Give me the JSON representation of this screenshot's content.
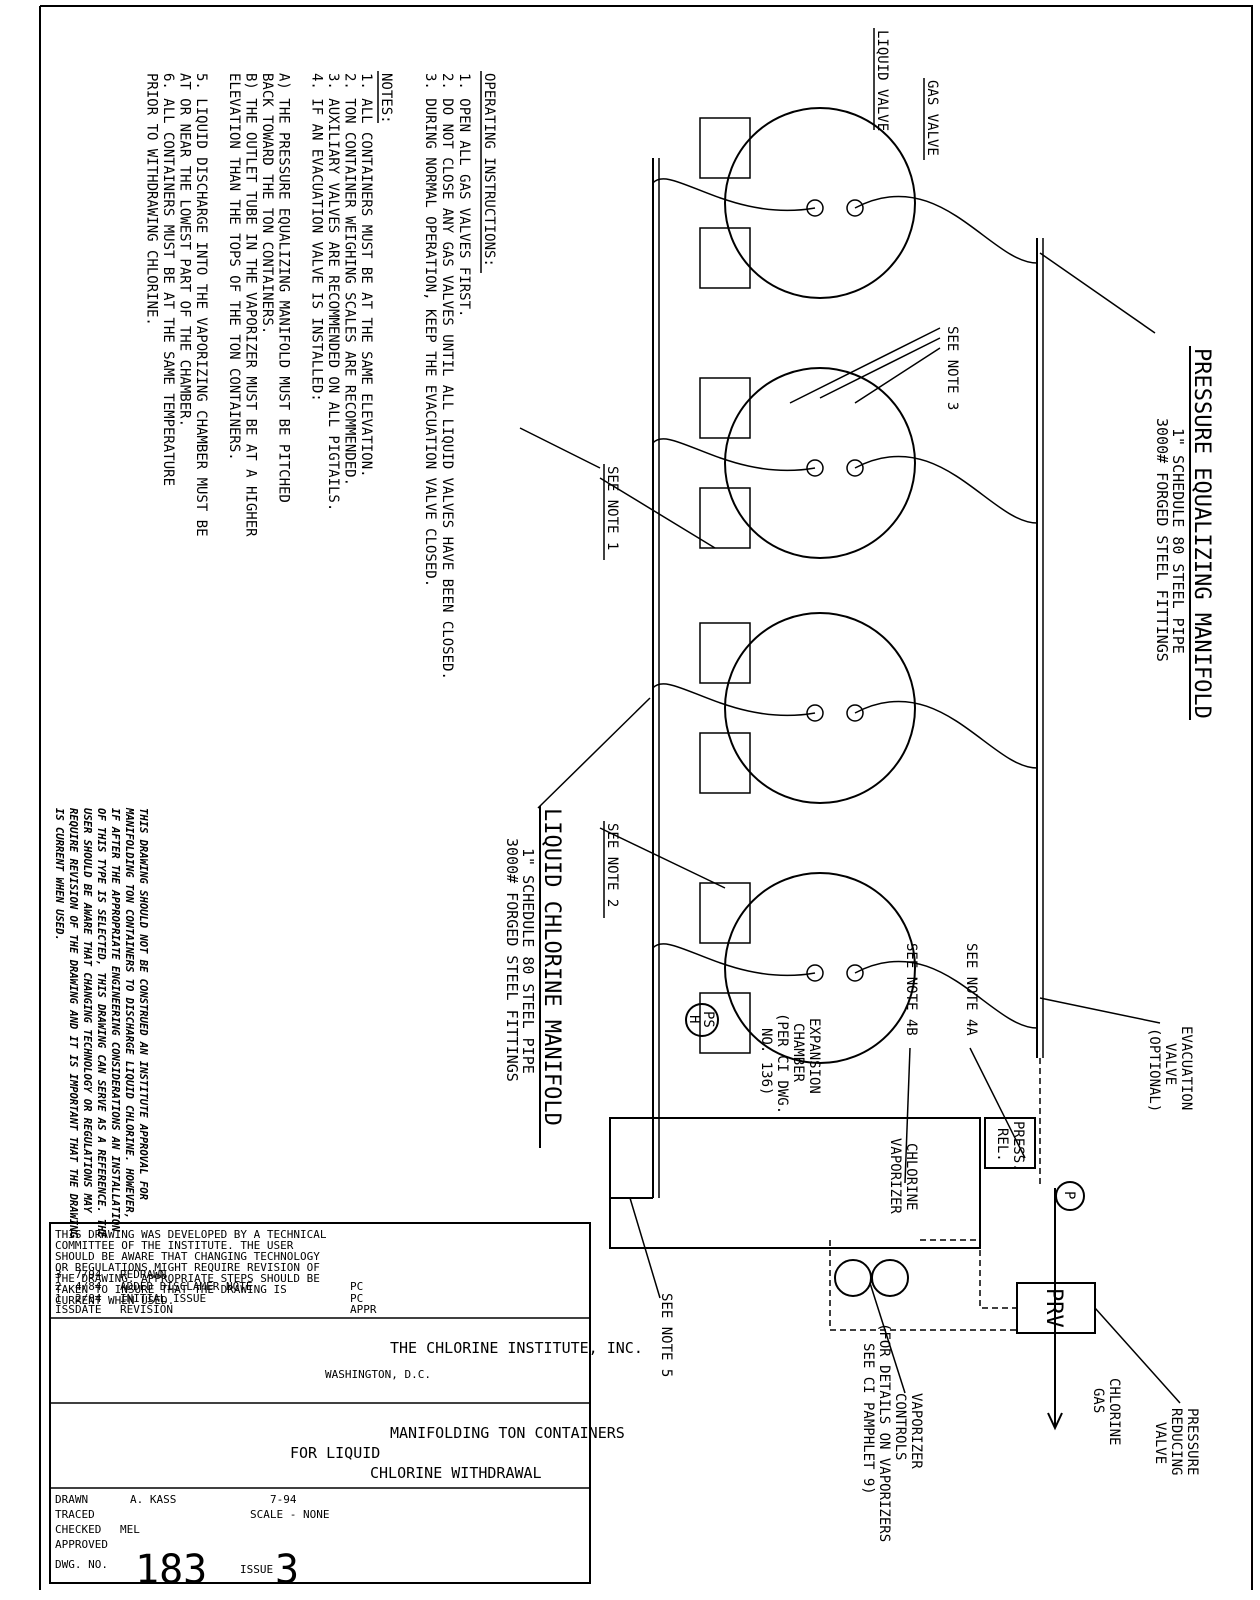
{
  "pe_manifold": {
    "title": "PRESSURE EQUALIZING MANIFOLD",
    "spec1": "1\" SCHEDULE 80 STEEL PIPE",
    "spec2": "3000# FORGED STEEL FITTINGS"
  },
  "lc_manifold": {
    "title": "LIQUID CHLORINE MANIFOLD",
    "spec1": "1\" SCHEDULE 80 STEEL PIPE",
    "spec2": "3000# FORGED STEEL FITTINGS"
  },
  "labels": {
    "liquid_valve": "LIQUID VALVE",
    "gas_valve": "GAS VALVE",
    "see_note_1": "SEE NOTE 1",
    "see_note_2": "SEE NOTE 2",
    "see_note_3": "SEE NOTE 3",
    "see_note_4a": "SEE NOTE 4A",
    "see_note_4b": "SEE NOTE 4B",
    "see_note_5": "SEE NOTE 5",
    "evac_1": "EVACUATION",
    "evac_2": "VALVE",
    "evac_3": "(OPTIONAL)",
    "exp_1": "EXPANSION",
    "exp_2": "CHAMBER",
    "exp_3": "(PER CI DWG.",
    "exp_4": "NO. 136)",
    "press_rel_1": "PRESS.",
    "press_rel_2": "REL.",
    "vaporizer_1": "CHLORINE",
    "vaporizer_2": "VAPORIZER",
    "prv": "PRV",
    "prv_desc_1": "PRESSURE",
    "prv_desc_2": "REDUCING",
    "prv_desc_3": "VALVE",
    "cl_gas_1": "CHLORINE",
    "cl_gas_2": "GAS",
    "vap_ctrl_1": "VAPORIZER",
    "vap_ctrl_2": "CONTROLS",
    "vap_ctrl_3": "(FOR DETAILS ON VAPORIZERS",
    "vap_ctrl_4": "SEE CI PAMPHLET 9)",
    "gauge_p": "P",
    "ps_1": "PS",
    "ps_2": "H"
  },
  "operating": {
    "heading": "OPERATING INSTRUCTIONS:",
    "items": [
      "1.  OPEN ALL GAS VALVES FIRST.",
      "2.  DO NOT CLOSE ANY GAS VALVES UNTIL ALL LIQUID VALVES HAVE BEEN CLOSED.",
      "3.  DURING NORMAL OPERATION, KEEP THE EVACUATION VALVE CLOSED."
    ]
  },
  "notes": {
    "heading": "NOTES:",
    "lines": [
      "1.  ALL CONTAINERS MUST BE AT THE SAME ELEVATION.",
      "2.  TON CONTAINER WEIGHING SCALES ARE RECOMMENDED.",
      "3.  AUXILIARY VALVES ARE RECOMMENDED ON ALL PIGTAILS.",
      "4.  IF AN EVACUATION VALVE IS INSTALLED:",
      "",
      "    A) THE PRESSURE EQUALIZING MANIFOLD MUST BE PITCHED",
      "       BACK TOWARD THE TON CONTAINERS.",
      "    B) THE OUTLET TUBE IN THE VAPORIZER MUST BE AT A HIGHER",
      "       ELEVATION THAN THE TOPS OF THE TON CONTAINERS.",
      "",
      "5.  LIQUID DISCHARGE INTO THE VAPORIZING CHAMBER MUST BE",
      "    AT OR NEAR THE LOWEST PART OF THE CHAMBER.",
      "6.  ALL CONTAINERS MUST BE AT THE SAME TEMPERATURE",
      "    PRIOR TO WITHDRAWING CHLORINE."
    ]
  },
  "disclaimer_bottom": [
    "THIS DRAWING SHOULD NOT BE CONSTRUED AN INSTITUTE APPROVAL FOR",
    "MANIFOLDING TON CONTAINERS TO DISCHARGE LIQUID CHLORINE. HOWEVER,",
    "IF AFTER THE APPROPRIATE ENGINEERING CONSIDERATIONS AN INSTALLATION",
    "OF THIS TYPE IS SELECTED, THIS DRAWING CAN SERVE AS A REFERENCE. THE",
    "USER SHOULD BE AWARE THAT CHANGING TECHNOLOGY OR REGULATIONS MAY",
    "REQUIRE REVISION OF THE DRAWING AND IT IS IMPORTANT THAT THE DRAWING",
    "IS CURRENT WHEN USED."
  ],
  "title_block": {
    "disclaimer": [
      "THIS DRAWING WAS DEVELOPED BY A TECHNICAL",
      "COMMITTEE OF THE INSTITUTE. THE USER",
      "SHOULD BE AWARE THAT CHANGING TECHNOLOGY",
      "OR REGULATIONS MIGHT REQUIRE REVISION OF",
      "THE DRAWING. APPROPRIATE STEPS SHOULD BE",
      "TAKEN TO INSURE THAT THE DRAWING IS",
      "CURRENT WHEN USED."
    ],
    "revisions": [
      {
        "iss": "3",
        "date": "7/94",
        "revision": "REDRAWN",
        "appr": ""
      },
      {
        "iss": "2",
        "date": "4/84",
        "revision": "ADDED DISCLAMER NOTE",
        "appr": "PC"
      },
      {
        "iss": "1",
        "date": "2/84",
        "revision": "INITIAL ISSUE",
        "appr": "PC"
      }
    ],
    "rev_header": {
      "iss": "ISS",
      "date": "DATE",
      "revision": "REVISION",
      "appr": "APPR"
    },
    "company": "THE CHLORINE INSTITUTE, INC.",
    "city": "WASHINGTON, D.C.",
    "title_1": "MANIFOLDING TON CONTAINERS",
    "title_2": "FOR LIQUID",
    "title_3": "CHLORINE WITHDRAWAL",
    "drawn_label": "DRAWN",
    "drawn_by": "A. KASS",
    "drawn_date": "7-94",
    "traced_label": "TRACED",
    "scale": "SCALE - NONE",
    "checked_label": "CHECKED",
    "checked_by": "MEL",
    "approved_label": "APPROVED",
    "dwg_label": "DWG. NO.",
    "dwg_no": "183",
    "issue_label": "ISSUE",
    "issue_no": "3"
  }
}
